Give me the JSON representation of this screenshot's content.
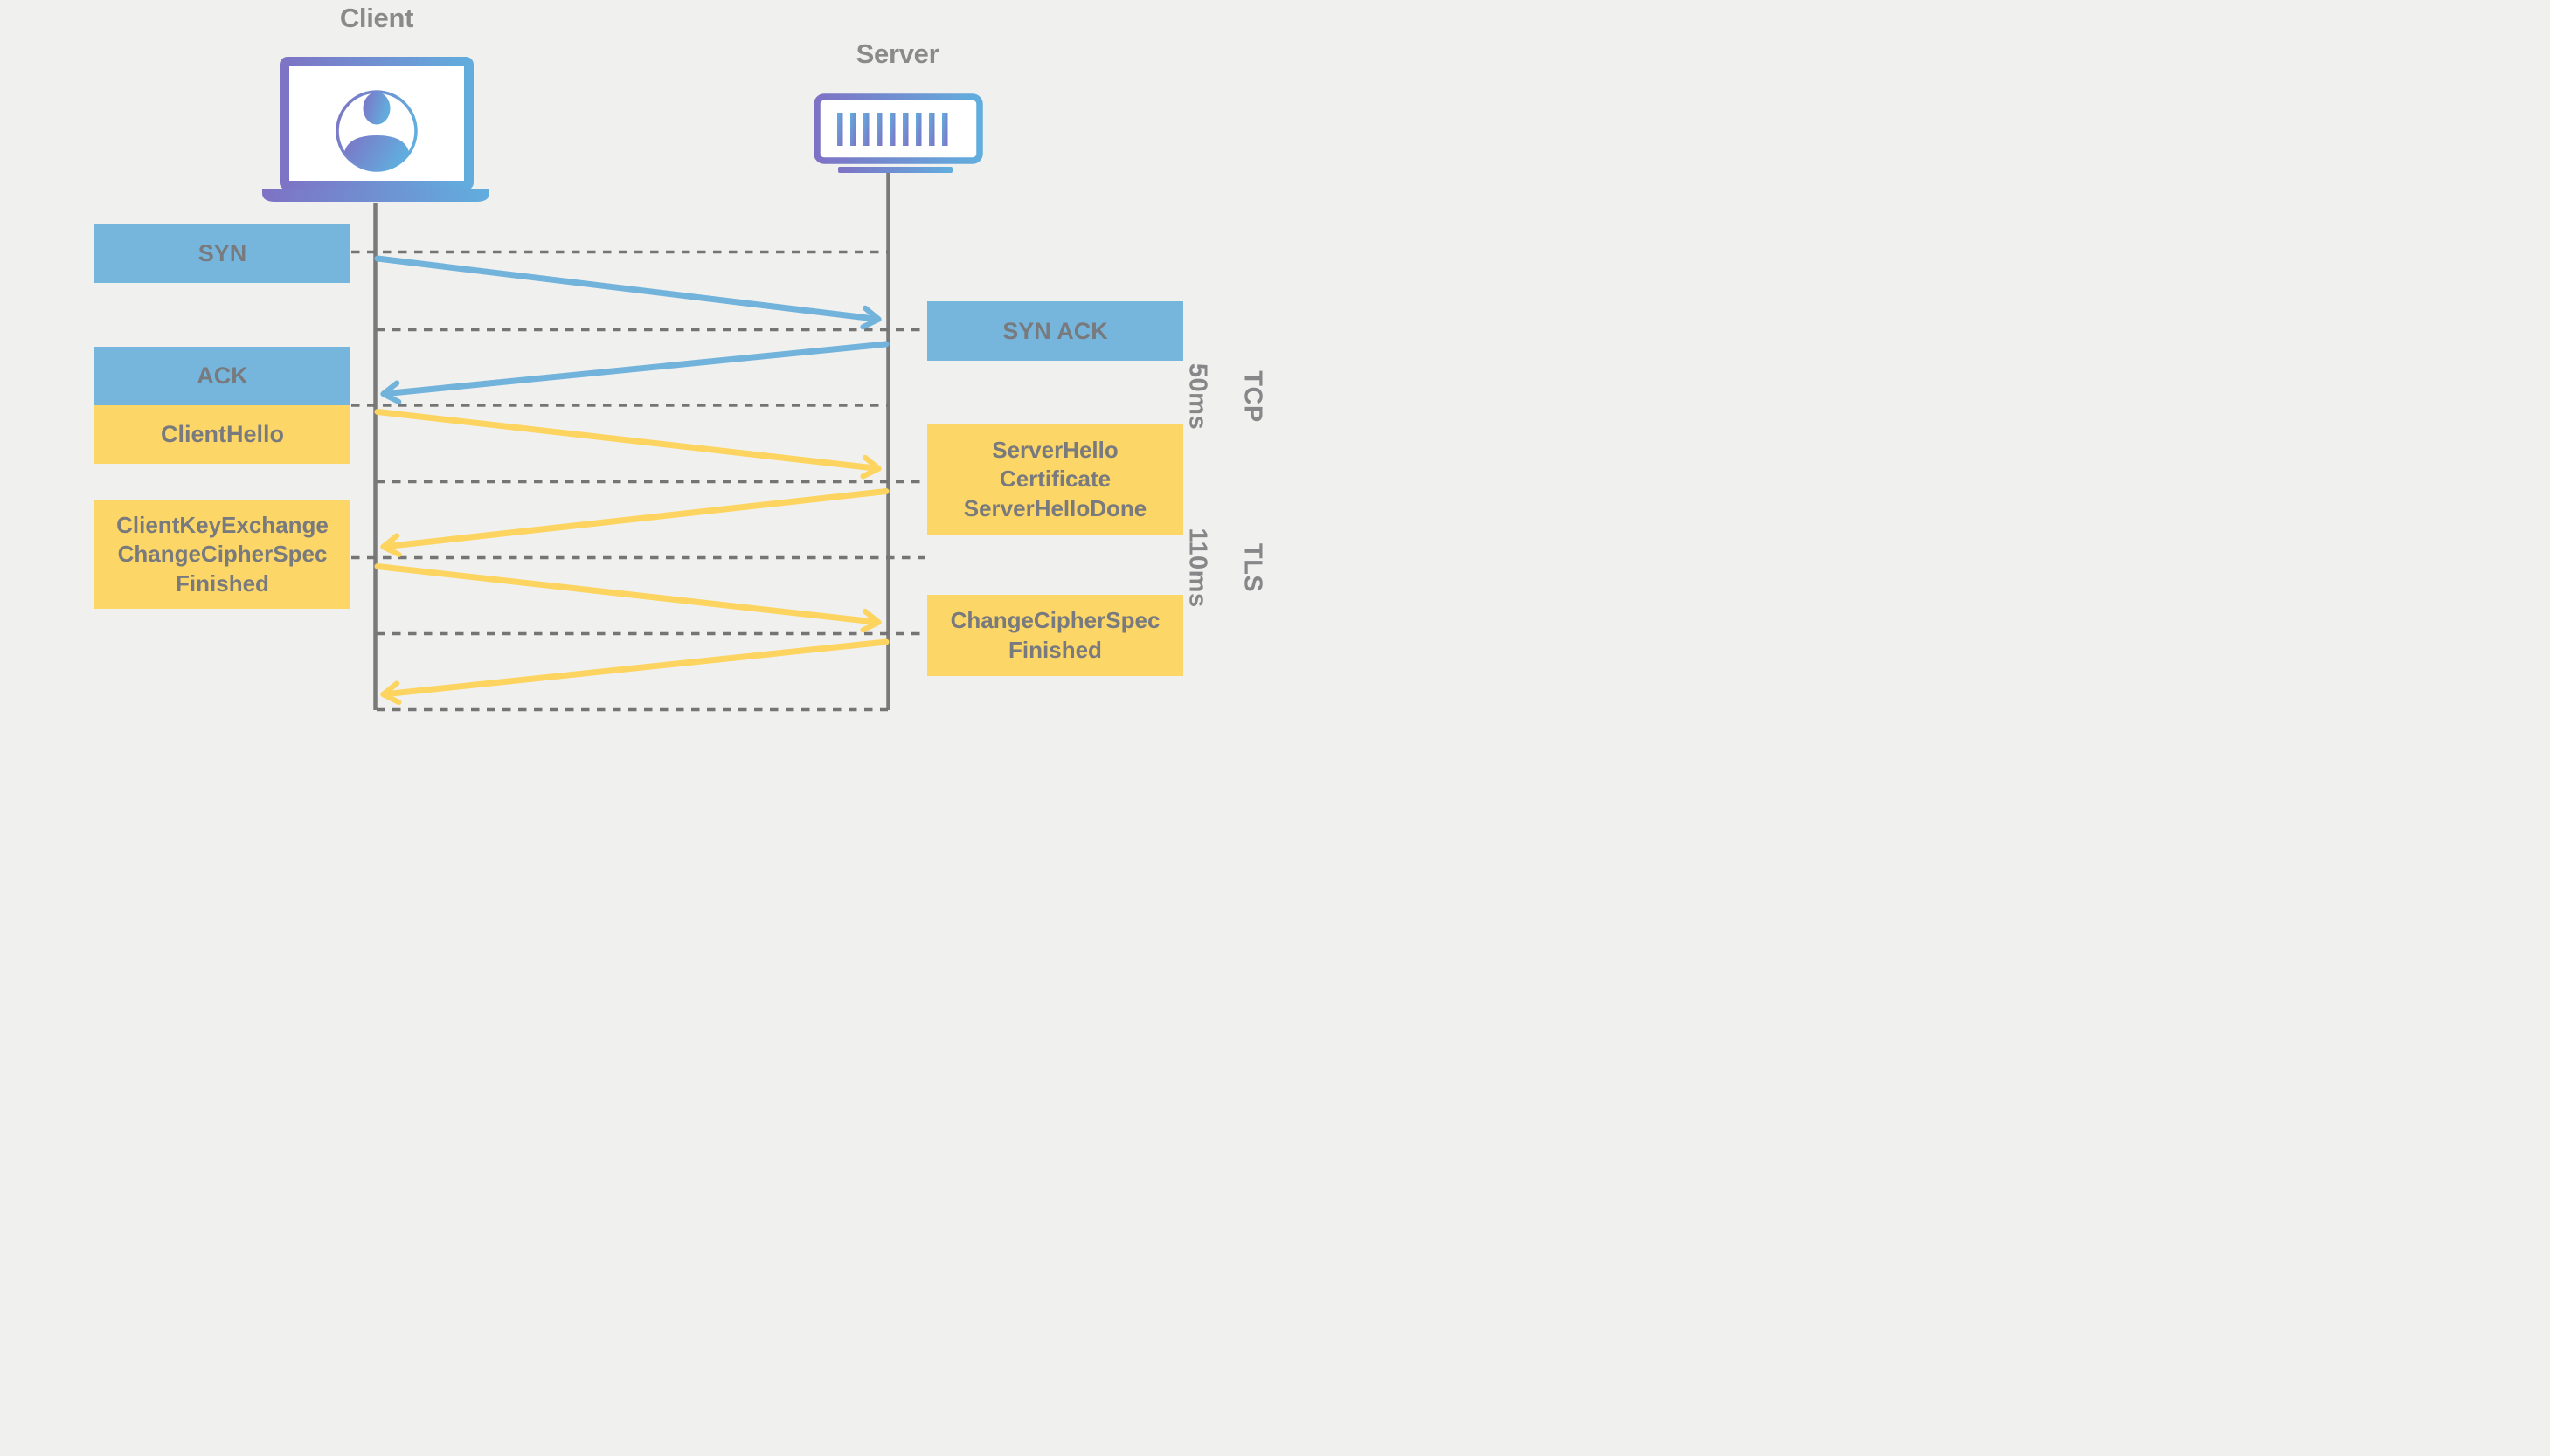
{
  "diagram": {
    "type": "sequence-diagram",
    "subject": "TCP and TLS handshake between Client and Server",
    "actors": {
      "client": "Client",
      "server": "Server"
    },
    "messages_left": [
      {
        "label": "SYN",
        "color": "blue"
      },
      {
        "label": "ACK",
        "color": "blue"
      },
      {
        "label": "ClientHello",
        "color": "yellow"
      },
      {
        "label": "ClientKeyExchange\nChangeCipherSpec\nFinished",
        "color": "yellow"
      }
    ],
    "messages_right": [
      {
        "label": "SYN ACK",
        "color": "blue"
      },
      {
        "label": "ServerHello\nCertificate\nServerHelloDone",
        "color": "yellow"
      },
      {
        "label": "ChangeCipherSpec\nFinished",
        "color": "yellow"
      }
    ],
    "phases": [
      {
        "protocol": "TCP",
        "duration": "50ms"
      },
      {
        "protocol": "TLS",
        "duration": "110ms"
      }
    ],
    "arrows": [
      {
        "message": "SYN",
        "from": "client",
        "to": "server",
        "color": "blue"
      },
      {
        "message": "SYN ACK",
        "from": "server",
        "to": "client",
        "color": "blue"
      },
      {
        "message": "ClientHello",
        "from": "client",
        "to": "server",
        "color": "yellow"
      },
      {
        "message": "ServerHello Certificate ServerHelloDone",
        "from": "server",
        "to": "client",
        "color": "yellow"
      },
      {
        "message": "ClientKeyExchange ChangeCipherSpec Finished",
        "from": "client",
        "to": "server",
        "color": "yellow"
      },
      {
        "message": "ChangeCipherSpec Finished",
        "from": "server",
        "to": "client",
        "color": "yellow"
      }
    ],
    "colors": {
      "background": "#f0f0ee",
      "blue_box": "#76b6dd",
      "yellow_box": "#fcd666",
      "blue_arrow": "#72b3dc",
      "yellow_arrow": "#fcd45f",
      "box_text_gray": "#797a7e",
      "actor_text_gray": "#8a8a8a",
      "lifeline_gray": "#7a7a7a",
      "dash_gray": "#757575",
      "icon_gradient_purple": "#7e72c5",
      "icon_gradient_blue": "#61aede"
    }
  }
}
